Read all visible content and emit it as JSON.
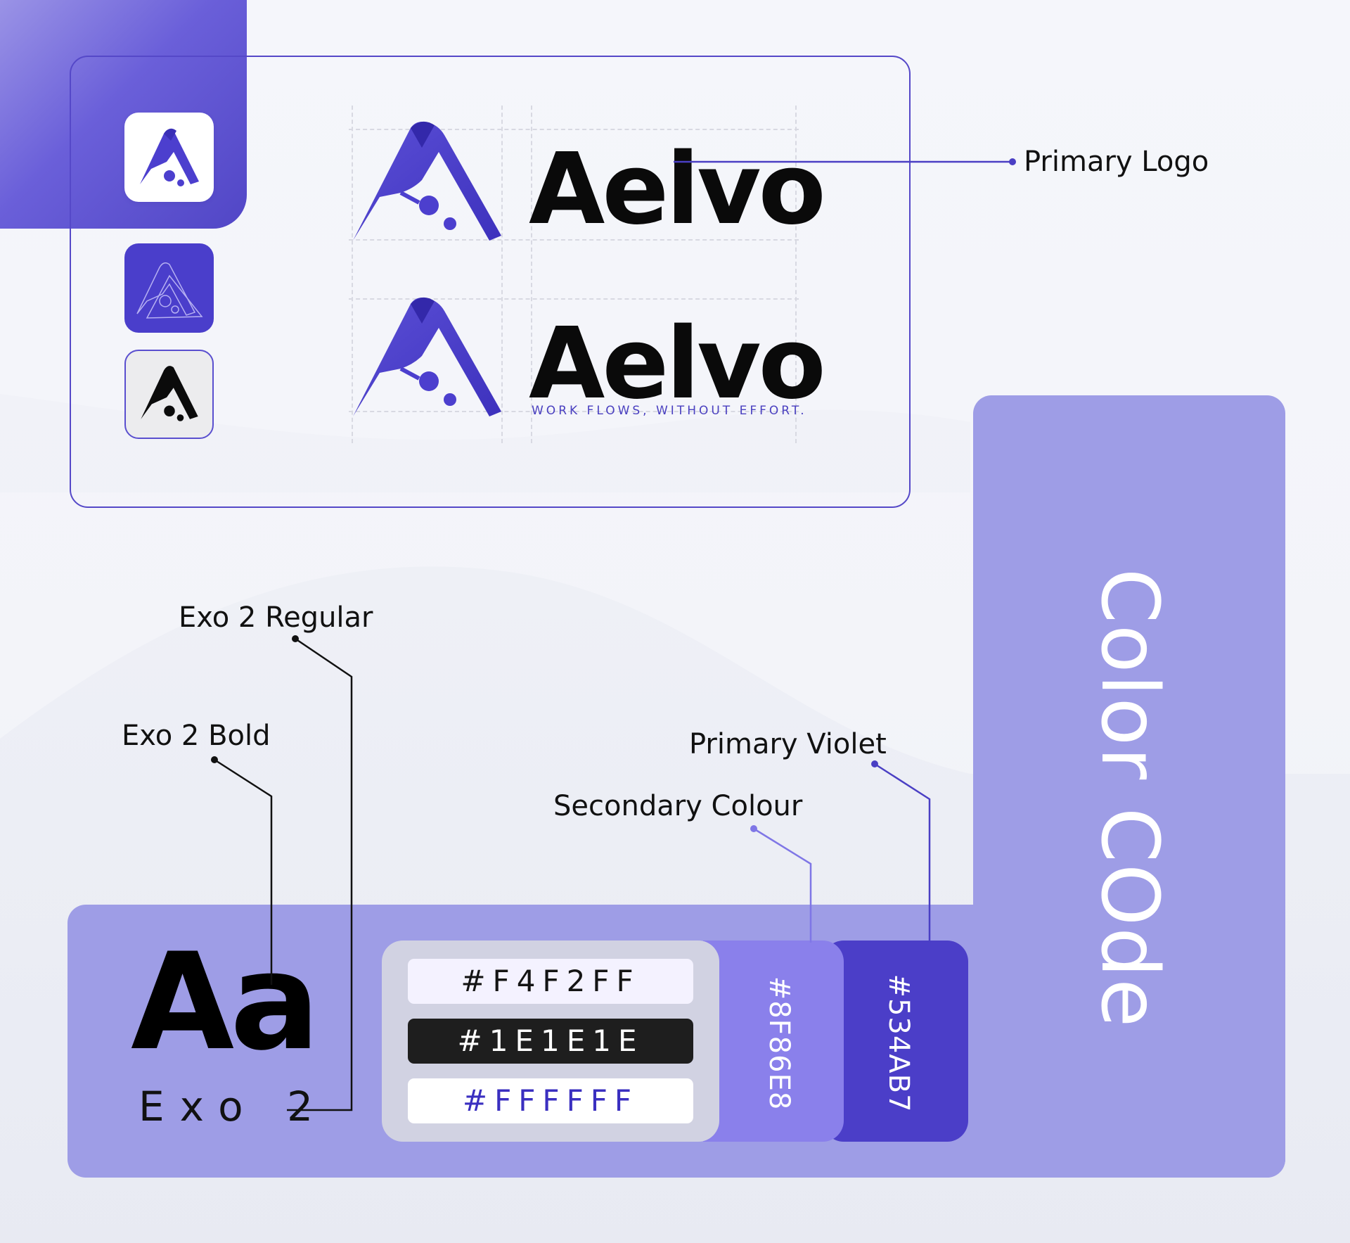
{
  "brand": {
    "wordmark": "Aelvo",
    "tagline": "WORK FLOWS, WITHOUT EFFORT."
  },
  "callouts": {
    "primary_logo": "Primary Logo",
    "exo2_regular": "Exo 2 Regular",
    "exo2_bold": "Exo 2 Bold",
    "primary_violet": "Primary Violet",
    "secondary_colour": "Secondary Colour"
  },
  "typography": {
    "sample": "Aa",
    "font_name": "Exo 2"
  },
  "color_panel": {
    "title": "Color COde",
    "swatches": [
      {
        "hex": "#F4F2FF",
        "color": "#F4F2FF"
      },
      {
        "hex": "#1E1E1E",
        "color": "#1E1E1E"
      },
      {
        "hex": "#FFFFFF",
        "color": "#FFFFFF"
      },
      {
        "hex": "#8F86E8",
        "color": "#8F86E8"
      },
      {
        "hex": "#534AB7",
        "color": "#534AB7"
      }
    ]
  },
  "colors": {
    "panel": "#9E9DE6",
    "accent": "#534AB7",
    "secondary": "#8F86E8"
  },
  "icons": [
    "aelvo-logo-icon",
    "aelvo-logo-outline-icon",
    "aelvo-logo-mono-icon"
  ]
}
